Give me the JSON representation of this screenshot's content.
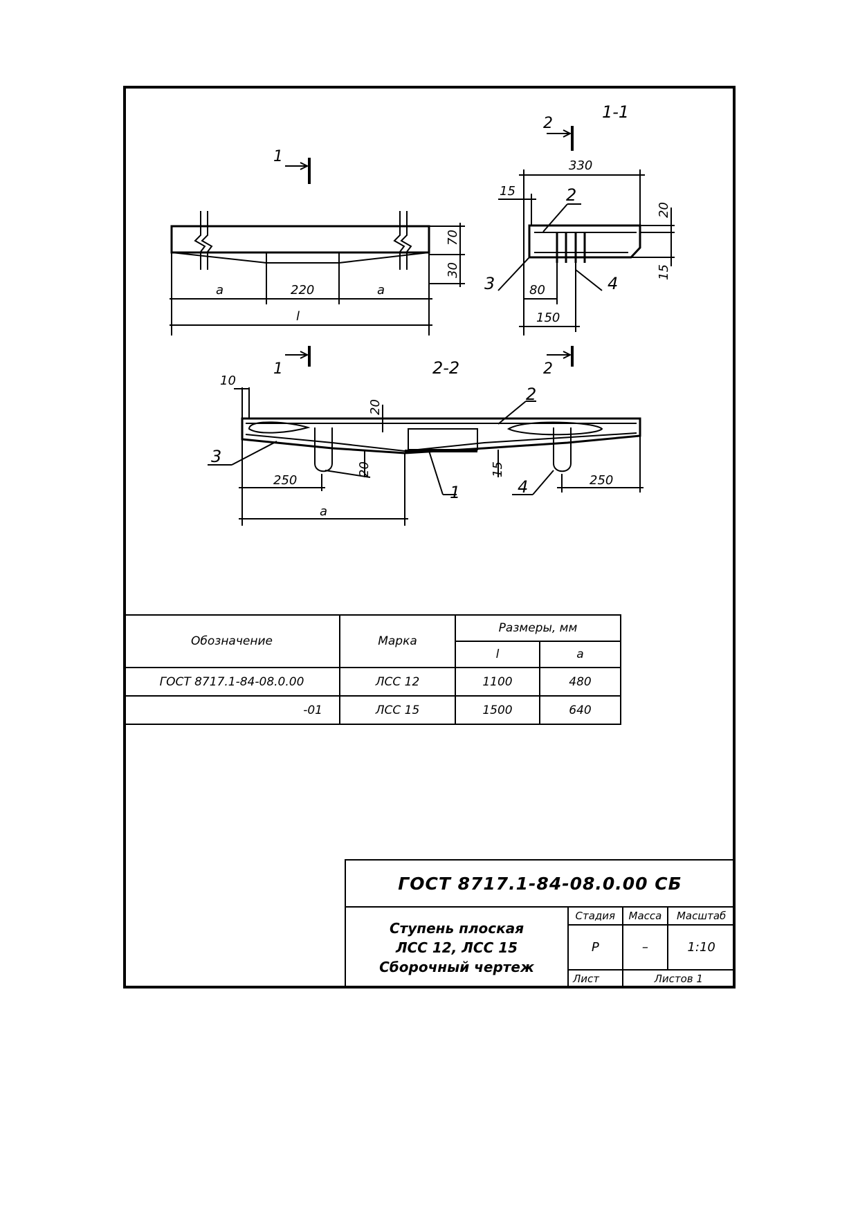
{
  "drawing": {
    "plan_labels": {
      "a_left": "a",
      "mid": "220",
      "a_right": "a",
      "total": "l",
      "h_top": "70",
      "h_bottom": "30"
    },
    "section_1_1": {
      "title": "1-1",
      "width": "330",
      "d15": "15",
      "d20": "20",
      "d80": "80",
      "d150": "150",
      "d15b": "15",
      "pos2": "2",
      "pos3": "3",
      "pos4": "4"
    },
    "section_2_2": {
      "title": "2-2",
      "d10": "10",
      "d20a": "20",
      "d20b": "20",
      "d15": "15",
      "d250a": "250",
      "d250b": "250",
      "a": "a",
      "pos1": "1",
      "pos2": "2",
      "pos3": "3",
      "pos4": "4"
    },
    "cut_marks": {
      "c1": "1",
      "c2": "2"
    }
  },
  "spec_table": {
    "headers": {
      "designation": "Обозначение",
      "mark": "Марка",
      "sizes": "Размеры, мм",
      "l": "l",
      "a": "a"
    },
    "rows": [
      {
        "designation": "ГОСТ 8717.1-84-08.0.00",
        "mark": "ЛСС 12",
        "l": "1100",
        "a": "480"
      },
      {
        "designation": "-01",
        "mark": "ЛСС 15",
        "l": "1500",
        "a": "640"
      }
    ]
  },
  "title_block": {
    "code": "ГОСТ 8717.1-84-08.0.00 СБ",
    "title_line1": "Ступень плоская",
    "title_line2": "ЛСС 12,  ЛСС 15",
    "title_line3": "Сборочный чертеж",
    "stage_label": "Стадия",
    "mass_label": "Масса",
    "scale_label": "Масштаб",
    "stage_value": "Р",
    "mass_value": "–",
    "scale_value": "1:10",
    "sheet_label": "Лист",
    "sheets_label": "Листов 1"
  }
}
